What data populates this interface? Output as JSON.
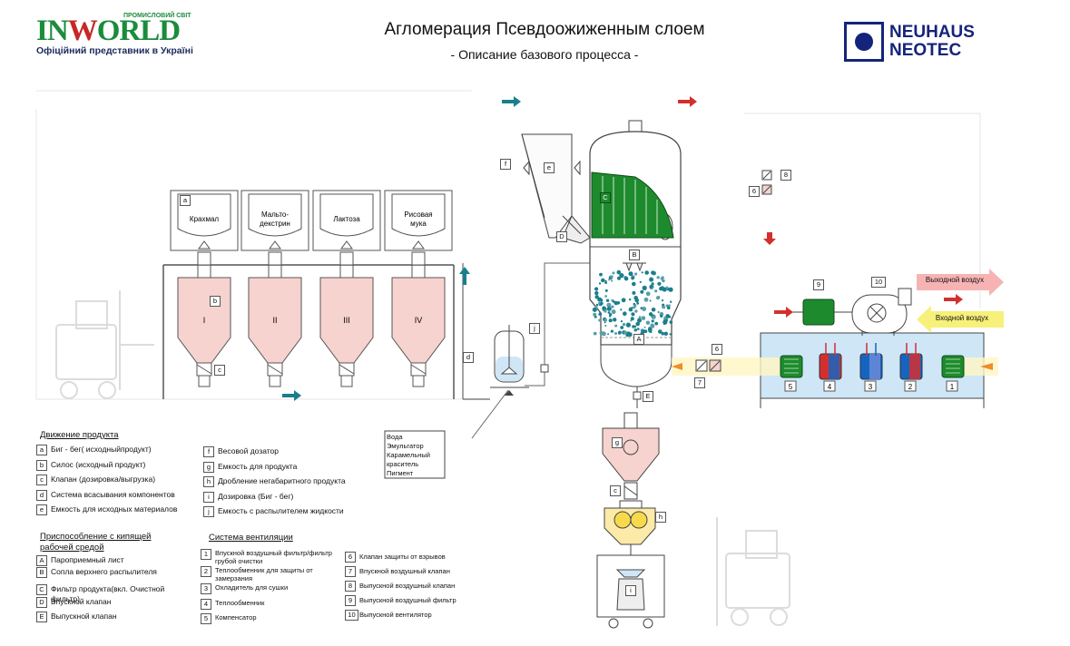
{
  "header": {
    "title": "Агломерация Псевдоожиженным слоем",
    "subtitle": "- Описание базового процесса -"
  },
  "logos": {
    "inworld": {
      "word_a": "IN",
      "word_w": "W",
      "word_b": "ORLD",
      "tagline": "ПРОМИСЛОВИЙ СВІТ",
      "representative": "Офіційний представник в Україні"
    },
    "neuhaus": {
      "line1": "NEUHAUS",
      "line2": "NEOTEC"
    }
  },
  "silos": {
    "materials": [
      "Крахмал",
      "Мальто-\nдекстрин",
      "Лактоза",
      "Рисовая\nмука"
    ],
    "numerals": [
      "I",
      "II",
      "III",
      "IV"
    ]
  },
  "liquids_box": [
    "Вода",
    "Эмульгатор",
    "Карамельный",
    "краситель",
    "Пигмент"
  ],
  "air": {
    "exhaust": "Выходной воздух",
    "inlet": "Входной воздух"
  },
  "letters": {
    "a": "a",
    "b": "b",
    "c": "c",
    "d": "d",
    "e": "e",
    "f": "f",
    "g": "g",
    "h": "h",
    "i": "i",
    "j": "j",
    "A": "A",
    "B": "B",
    "C": "C",
    "D": "D",
    "E": "E"
  },
  "unit_numbers": [
    "5",
    "4",
    "3",
    "2",
    "1"
  ],
  "legend": {
    "product": {
      "title": "Движение продукта",
      "items": [
        {
          "key": "a",
          "text": "Биг - бег( исходныйпродукт)"
        },
        {
          "key": "b",
          "text": "Силос (исходный продукт)"
        },
        {
          "key": "c",
          "text": "Клапан (дозировка/выгрузка)"
        },
        {
          "key": "d",
          "text": "Система всасывания компонентов"
        },
        {
          "key": "e",
          "text": "Емкость для исходных материалов"
        },
        {
          "key": "f",
          "text": "Весовой дозатор"
        },
        {
          "key": "g",
          "text": "Емкость для продукта"
        },
        {
          "key": "h",
          "text": "Дробление негабаритного продукта"
        },
        {
          "key": "i",
          "text": "Дозировка (Биг - бег)"
        },
        {
          "key": "j",
          "text": "Емкость с распылителем жидкости"
        }
      ]
    },
    "fluid": {
      "title": "Приспособление с кипящей рабочей средой",
      "items": [
        {
          "key": "A",
          "text": "Пароприемный лист"
        },
        {
          "key": "B",
          "text": "Сопла верхнего распылителя"
        },
        {
          "key": "C",
          "text": "Фильтр продукта(вкл. Очистной фильтр)"
        },
        {
          "key": "D",
          "text": "Впускной клапан"
        },
        {
          "key": "E",
          "text": "Выпускной клапан"
        }
      ]
    },
    "vent": {
      "title": "Система вентиляции",
      "items": [
        {
          "key": "1",
          "text": "Впускной воздушный фильтр/фильтр грубой очистки"
        },
        {
          "key": "2",
          "text": "Теплообменник для защиты от замерзания"
        },
        {
          "key": "3",
          "text": "Охладитель для сушки"
        },
        {
          "key": "4",
          "text": "Теплообменник"
        },
        {
          "key": "5",
          "text": "Компенсатор"
        },
        {
          "key": "6",
          "text": "Клапан защиты от взрывов"
        },
        {
          "key": "7",
          "text": "Впускной воздушный клапан"
        },
        {
          "key": "8",
          "text": "Выпускной воздушный клапан"
        },
        {
          "key": "9",
          "text": "Выпускной воздушный фильтр"
        },
        {
          "key": "10",
          "text": "Выпускной вентилятор"
        }
      ]
    }
  },
  "colors": {
    "green": "#1e8a2e",
    "red": "#d32f2f",
    "blue": "#1565c0",
    "teal": "#1a7f8c",
    "hood": "#f6d3cf",
    "hopper": "#fbeaa8",
    "duct": "#cfe6f7"
  }
}
